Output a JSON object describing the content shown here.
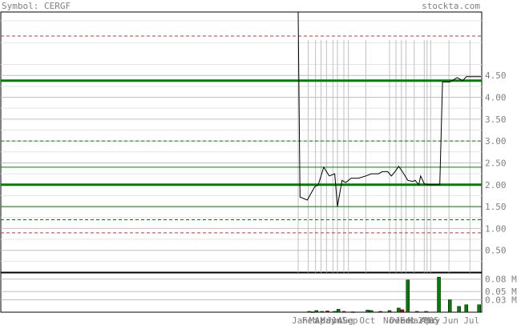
{
  "header": {
    "symbol_text": "Symbol: CERGF",
    "site_text": "stockta.com"
  },
  "colors": {
    "frame": "#000000",
    "grid": "#c0c0c0",
    "price_line": "#000000",
    "support_resistance": "#008000",
    "level_dashed_red": "#cc3333",
    "volume_up": "#008000",
    "volume_down": "#cc0000",
    "label_gray": "#808080"
  },
  "chart_data": [
    {
      "type": "line",
      "name": "price",
      "y_ticks": [
        "4.50",
        "4.00",
        "3.50",
        "3.00",
        "2.50",
        "2.00",
        "1.50",
        "1.00",
        "0.50"
      ],
      "ylim": [
        0,
        5.95
      ],
      "x_ticks": [
        "Jan",
        "Feb",
        "Mar",
        "Apr",
        "May",
        "Jun",
        "Jul",
        "Aug",
        "Sep",
        "Oct",
        "Nov",
        "Dec",
        "Jan",
        "Feb",
        "Mar",
        "2005",
        "Apr",
        "May",
        "Jun",
        "Jul"
      ],
      "x_tick_pos": [
        0.0,
        0.055,
        0.095,
        0.125,
        0.155,
        0.19,
        0.215,
        0.25,
        0.275,
        0.37,
        0.5,
        0.535,
        0.565,
        0.59,
        0.635,
        0.69,
        0.705,
        0.725,
        0.825,
        0.94
      ],
      "series": [
        {
          "values": [
            [
              0.0,
              5.95
            ],
            [
              0.01,
              1.72
            ],
            [
              0.05,
              1.65
            ],
            [
              0.09,
              1.95
            ],
            [
              0.11,
              2.0
            ],
            [
              0.14,
              2.4
            ],
            [
              0.17,
              2.2
            ],
            [
              0.2,
              2.25
            ],
            [
              0.215,
              1.5
            ],
            [
              0.24,
              2.1
            ],
            [
              0.26,
              2.05
            ],
            [
              0.29,
              2.15
            ],
            [
              0.33,
              2.15
            ],
            [
              0.37,
              2.2
            ],
            [
              0.4,
              2.25
            ],
            [
              0.44,
              2.25
            ],
            [
              0.46,
              2.3
            ],
            [
              0.49,
              2.3
            ],
            [
              0.51,
              2.2
            ],
            [
              0.53,
              2.3
            ],
            [
              0.55,
              2.42
            ],
            [
              0.57,
              2.3
            ],
            [
              0.6,
              2.1
            ],
            [
              0.62,
              2.08
            ],
            [
              0.63,
              2.08
            ],
            [
              0.64,
              2.1
            ],
            [
              0.66,
              2.0
            ],
            [
              0.67,
              2.2
            ],
            [
              0.69,
              2.02
            ],
            [
              0.72,
              2.0
            ],
            [
              0.73,
              2.0
            ],
            [
              0.74,
              2.0
            ],
            [
              0.775,
              2.0
            ],
            [
              0.79,
              4.35
            ],
            [
              0.83,
              4.35
            ],
            [
              0.87,
              4.45
            ],
            [
              0.9,
              4.38
            ],
            [
              0.92,
              4.47
            ],
            [
              1.0,
              4.47
            ]
          ]
        }
      ],
      "levels": [
        {
          "value": 4.38,
          "style": "solid-thick"
        },
        {
          "value": 2.0,
          "style": "solid-thick"
        },
        {
          "value": 2.4,
          "style": "solid-thin"
        },
        {
          "value": 1.5,
          "style": "solid-thin"
        },
        {
          "value": 3.0,
          "style": "dashed-green"
        },
        {
          "value": 1.2,
          "style": "dashed-green"
        },
        {
          "value": 5.4,
          "style": "dashed-red"
        },
        {
          "value": 0.9,
          "style": "dashed-red"
        }
      ]
    },
    {
      "type": "bar",
      "name": "volume",
      "y_ticks": [
        "0.08 M",
        "0.05 M",
        "0.03 M"
      ],
      "y_tick_values": [
        0.08,
        0.05,
        0.03
      ],
      "ylim": [
        0,
        0.095
      ],
      "bars": [
        {
          "x": 0.06,
          "v": 0.002,
          "up": true
        },
        {
          "x": 0.08,
          "v": 0.001,
          "up": false
        },
        {
          "x": 0.1,
          "v": 0.004,
          "up": true
        },
        {
          "x": 0.13,
          "v": 0.002,
          "up": true
        },
        {
          "x": 0.16,
          "v": 0.003,
          "up": false
        },
        {
          "x": 0.2,
          "v": 0.002,
          "up": true
        },
        {
          "x": 0.22,
          "v": 0.007,
          "up": true
        },
        {
          "x": 0.25,
          "v": 0.002,
          "up": false
        },
        {
          "x": 0.3,
          "v": 0.001,
          "up": true
        },
        {
          "x": 0.38,
          "v": 0.005,
          "up": true
        },
        {
          "x": 0.4,
          "v": 0.004,
          "up": true
        },
        {
          "x": 0.45,
          "v": 0.002,
          "up": false
        },
        {
          "x": 0.5,
          "v": 0.004,
          "up": true
        },
        {
          "x": 0.55,
          "v": 0.01,
          "up": true
        },
        {
          "x": 0.57,
          "v": 0.006,
          "up": false
        },
        {
          "x": 0.6,
          "v": 0.078,
          "up": true
        },
        {
          "x": 0.65,
          "v": 0.002,
          "up": false
        },
        {
          "x": 0.7,
          "v": 0.002,
          "up": true
        },
        {
          "x": 0.77,
          "v": 0.085,
          "up": true
        },
        {
          "x": 0.83,
          "v": 0.03,
          "up": true
        },
        {
          "x": 0.88,
          "v": 0.014,
          "up": true
        },
        {
          "x": 0.92,
          "v": 0.018,
          "up": true
        },
        {
          "x": 0.99,
          "v": 0.018,
          "up": true
        }
      ]
    }
  ]
}
